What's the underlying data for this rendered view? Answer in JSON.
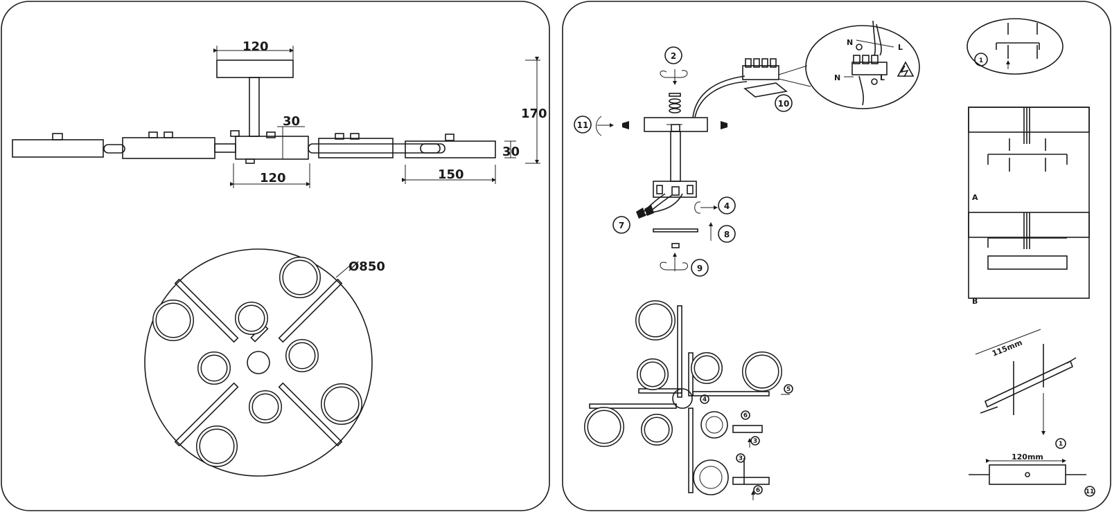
{
  "dimensions": {
    "canopy_width": "120",
    "arm_depth": "30",
    "total_height": "170",
    "lamp_height": "30",
    "center_width": "120",
    "lamp_width": "150",
    "diameter": "Ø850"
  },
  "steps": {
    "s1": "1",
    "s2": "2",
    "s3": "3",
    "s4": "4",
    "s5": "5",
    "s6": "6",
    "s7": "7",
    "s8": "8",
    "s9": "9",
    "s10": "10",
    "s11": "11"
  },
  "wiring": {
    "neutral": "N",
    "live": "L"
  },
  "mounting": {
    "variant_a": "A",
    "variant_b": "B",
    "bracket_spacing": "115mm",
    "canopy_width": "120mm"
  },
  "colors": {
    "line": "#1a1a1a",
    "background": "#ffffff"
  }
}
